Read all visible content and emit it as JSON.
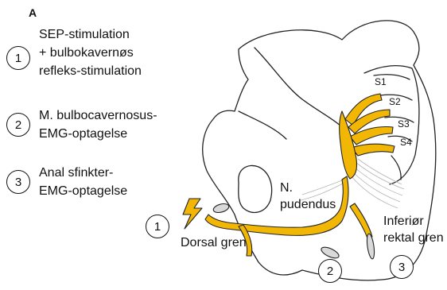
{
  "panel_letter": "A",
  "legend": [
    {
      "number": "1",
      "lines": [
        "SEP-stimulation",
        "+ bulbokavernøs",
        "refleks-stimulation"
      ]
    },
    {
      "number": "2",
      "lines": [
        "M. bulbocavernosus-",
        "EMG-optagelse"
      ]
    },
    {
      "number": "3",
      "lines": [
        "Anal sfinkter-",
        "EMG-optagelse"
      ]
    }
  ],
  "sacral_labels": [
    "S1",
    "S2",
    "S3",
    "S4"
  ],
  "nerve_label": [
    "N.",
    "pudendus"
  ],
  "branch_labels": {
    "dorsal": "Dorsal gren",
    "rectal": [
      "Inferiør",
      "rektal gren"
    ]
  },
  "figure_markers": [
    "1",
    "2",
    "3"
  ],
  "colors": {
    "nerve": "#f2b705",
    "outline": "#222222",
    "text": "#111111"
  },
  "icons": [
    "lightning-bolt-icon",
    "electrode-icon"
  ]
}
